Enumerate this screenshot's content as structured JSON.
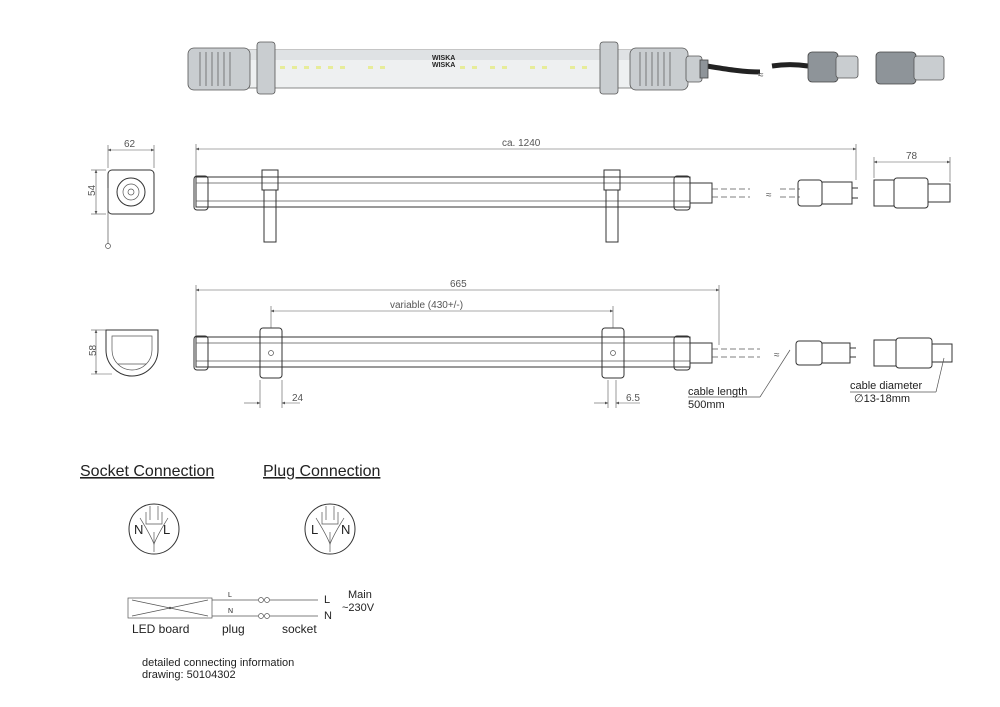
{
  "product": {
    "brand_lines": [
      "WISKA",
      "WISKA"
    ]
  },
  "dimensions": {
    "front_width": "62",
    "front_height": "54",
    "overall_length": "ca. 1240",
    "connector_length": "78",
    "bottom_height": "58",
    "tube_length": "665",
    "clip_spacing": "variable (430+/-)",
    "clip_offset_left": "24",
    "clip_offset_right": "6.5"
  },
  "annotations": {
    "cable_length_label": "cable length",
    "cable_length_value": "500mm",
    "cable_diameter_label": "cable diameter",
    "cable_diameter_value": "∅13-18mm"
  },
  "connections": {
    "socket_title": "Socket Connection",
    "plug_title": "Plug Connection",
    "socket_pins": [
      "N",
      "L"
    ],
    "plug_pins": [
      "L",
      "N"
    ],
    "wire_labels": [
      "L",
      "N"
    ],
    "main_labels": [
      "L",
      "N"
    ],
    "main_title": "Main",
    "main_voltage": "~230V",
    "component_labels": [
      "LED board",
      "plug",
      "socket"
    ]
  },
  "footnote": {
    "line1": "detailed connecting information",
    "line2": "drawing: 50104302"
  }
}
